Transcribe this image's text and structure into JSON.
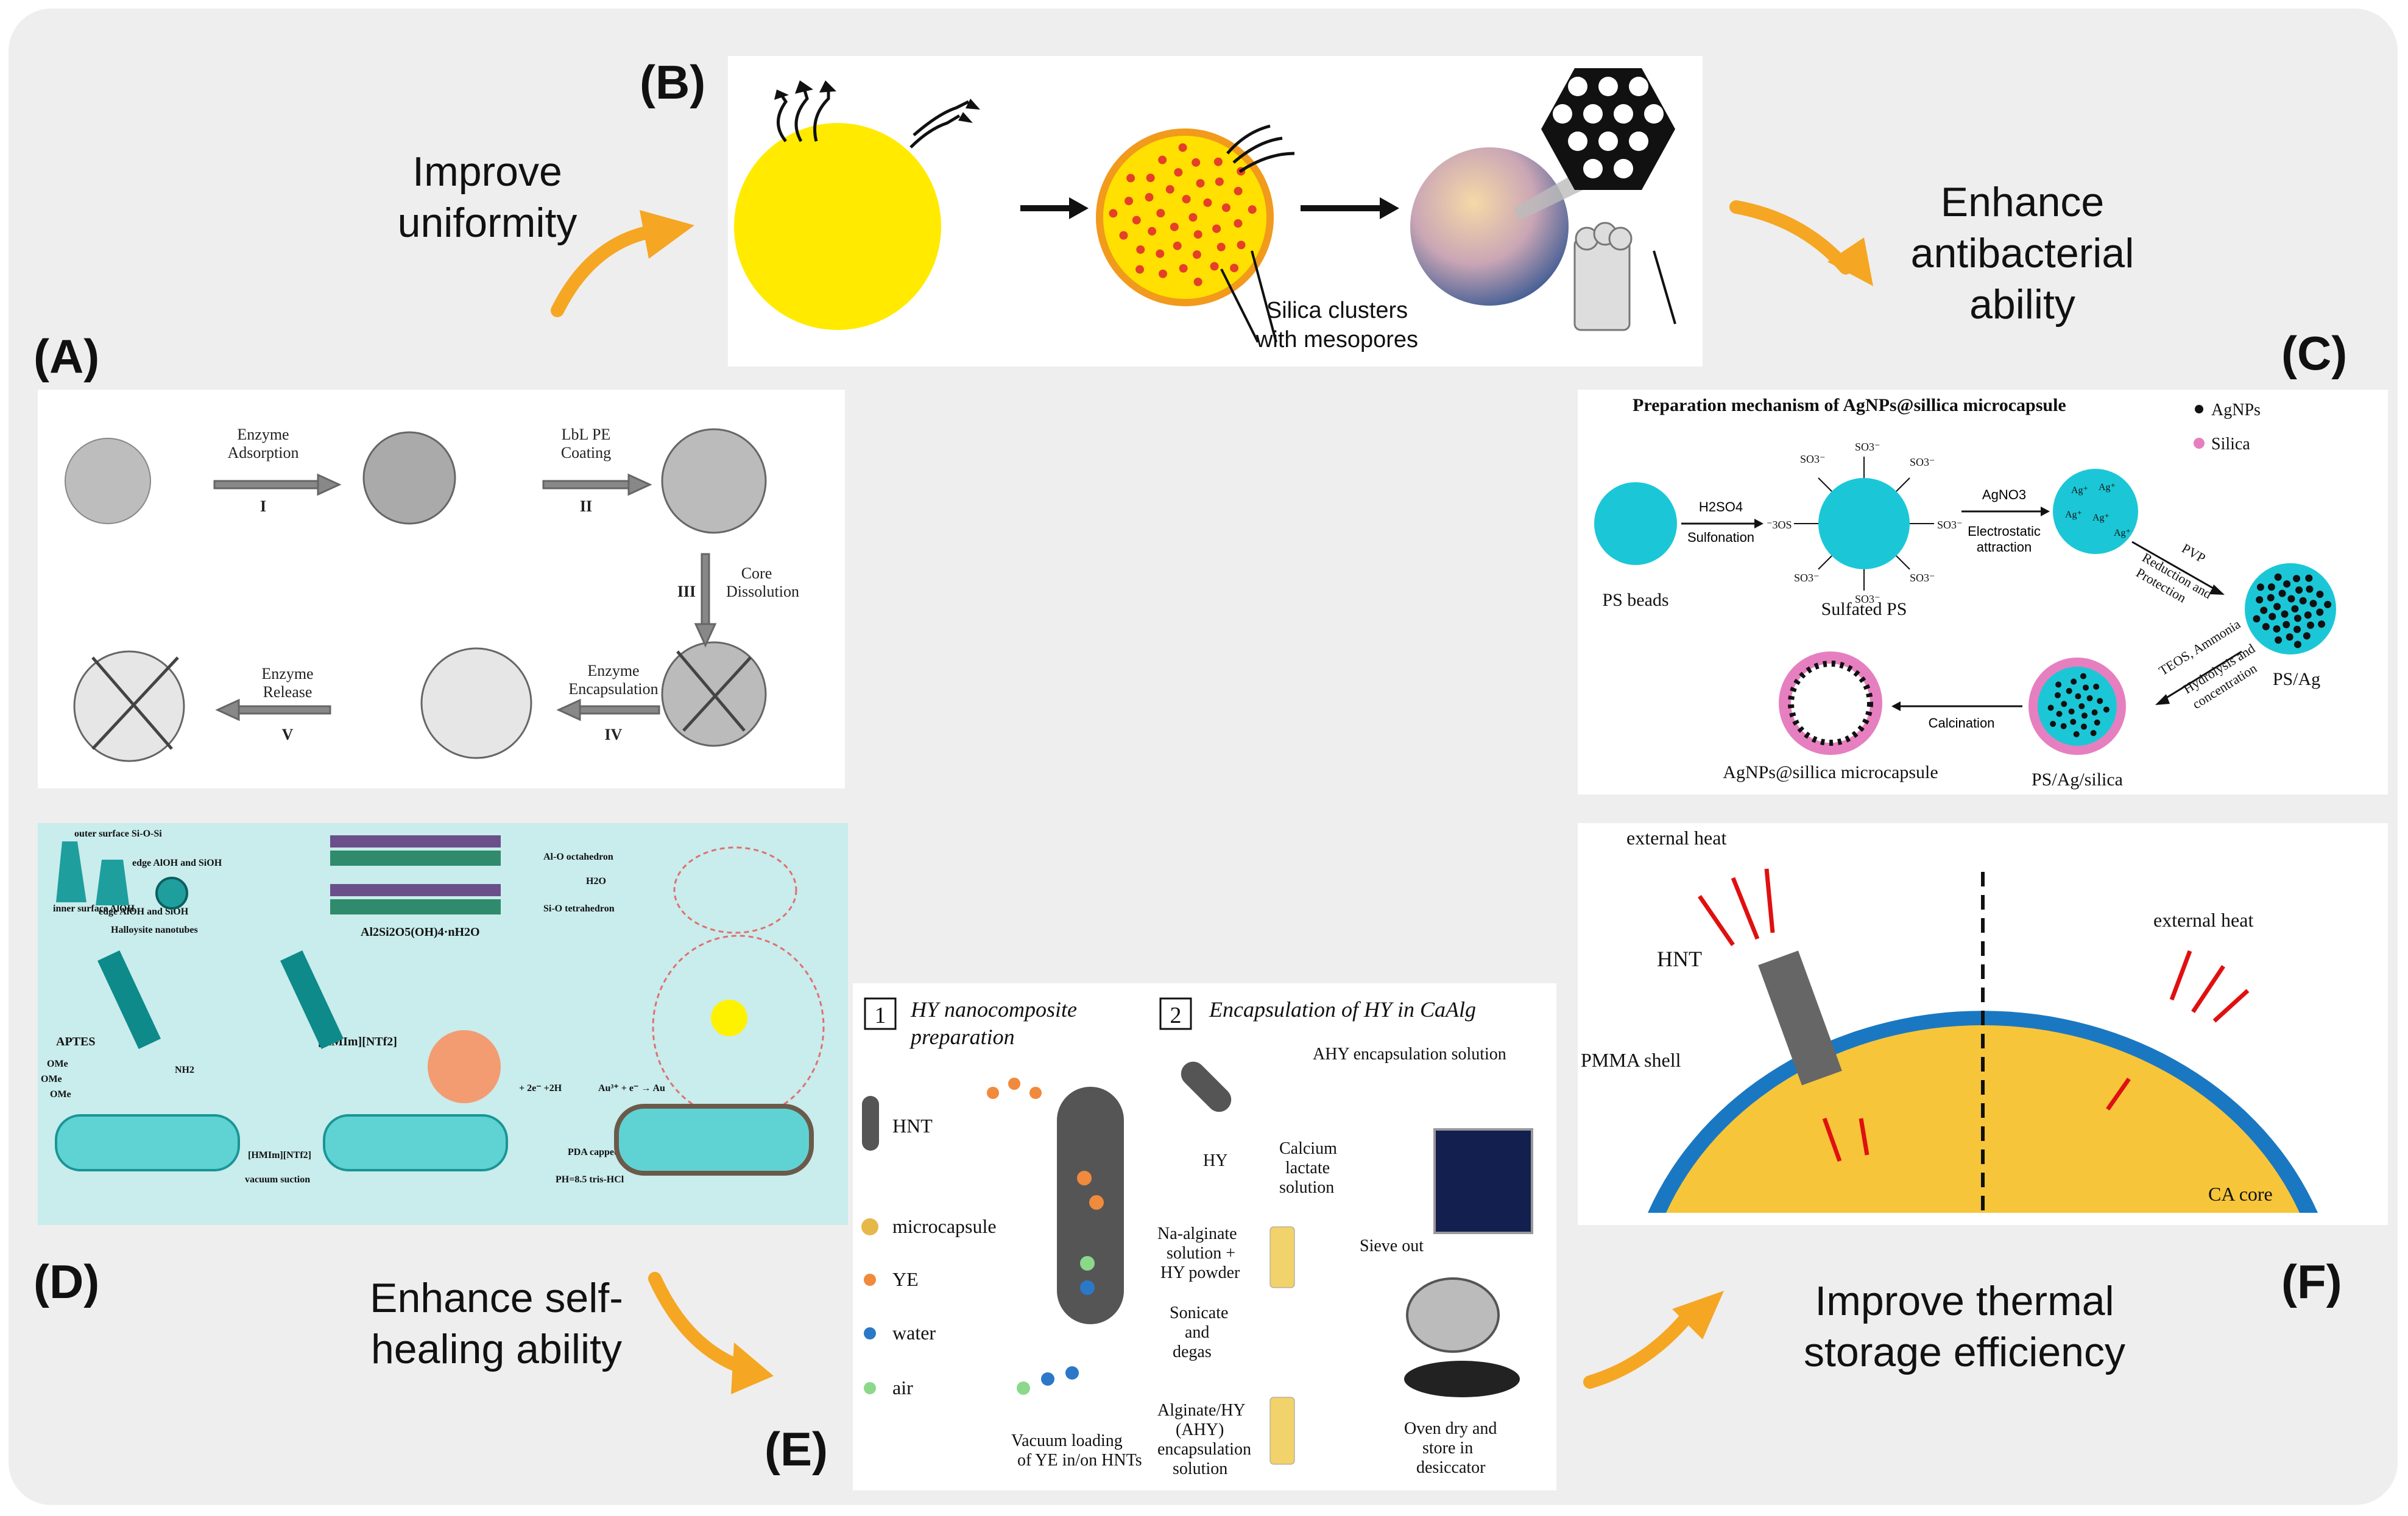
{
  "panel_labels": {
    "A": "(A)",
    "B": "(B)",
    "C": "(C)",
    "D": "(D)",
    "E": "(E)",
    "F": "(F)"
  },
  "captions": {
    "improve_uniformity": [
      "Improve",
      "uniformity"
    ],
    "enhance_antibacterial": [
      "Enhance",
      "antibacterial",
      "ability"
    ],
    "enhance_self_healing": [
      "Enhance self-",
      "healing ability"
    ],
    "improve_thermal": [
      "Improve thermal",
      "storage efficiency"
    ]
  },
  "panel_a": {
    "step1": [
      "Enzyme",
      "Adsorption",
      "I"
    ],
    "step2": [
      "LbL PE",
      "Coating",
      "II"
    ],
    "step3": [
      "Core",
      "Dissolution",
      "III"
    ],
    "step4": [
      "Enzyme",
      "Encapsulation",
      "IV"
    ],
    "step5": [
      "Enzyme",
      "Release",
      "V"
    ]
  },
  "panel_b": {
    "silica_label": [
      "Silica clusters",
      "with mesopores"
    ]
  },
  "panel_c": {
    "title": "Preparation mechanism of AgNPs@sillica microcapsule",
    "legend": [
      "AgNPs",
      "Silica"
    ],
    "legend_colors": [
      "#111111",
      "#e67fbf"
    ],
    "ps_beads": "PS beads",
    "sulfated_ps": "Sulfated PS",
    "ps_ag": "PS/Ag",
    "ps_ag_silica": "PS/Ag/silica",
    "microcapsule": "AgNPs@sillica microcapsule",
    "h2so4": "H2SO4",
    "sulfonation": "Sulfonation",
    "agno3": "AgNO3",
    "electrostatic": [
      "Electrostatic",
      "attraction"
    ],
    "pvp": "PVP",
    "reduction": [
      "Reduction and",
      "Protection"
    ],
    "teos": "TEOS, Ammonia",
    "hydrolysis": [
      "Hydrolysis and",
      "concentration"
    ],
    "calcination": "Calcination",
    "so3": "SO3⁻",
    "o3s": "⁻3OS",
    "ag": "Ag⁺"
  },
  "panel_d": {
    "outer": "outer surface Si-O-Si",
    "inner": "inner surface AlOH",
    "edge1": "edge AlOH and SiOH",
    "edge2": "edge AlOH and SiOH",
    "halloysite": "Halloysite nanotubes",
    "formula": "Al2Si2O5(OH)4·nH2O",
    "al_o": "Al-O octahedron",
    "h2o": "H2O",
    "si_o": "Si-O tetrahedron",
    "aptes": "APTES",
    "hmim": "[HMIm][NTf2]",
    "ome": [
      "OMe",
      "OMe",
      "OMe"
    ],
    "nh2": "NH2",
    "vacuum": [
      "[HMIm][NTf2]",
      "vacuum suction"
    ],
    "pda": [
      "PDA capped",
      "PH=8.5 tris-HCl"
    ],
    "au": "Au³⁺ + e⁻ → Au",
    "redox": "+ 2e⁻ +2H"
  },
  "panel_e": {
    "step1_num": "1",
    "step1_title": [
      "HY nanocomposite",
      "preparation"
    ],
    "step2_num": "2",
    "step2_title": "Encapsulation of HY in CaAlg",
    "legend": [
      "HNT",
      "microcapsule",
      "YE",
      "water",
      "air"
    ],
    "vacuum": [
      "Vacuum loading",
      "of YE in/on HNTs"
    ],
    "hy": "HY",
    "ahy_solution": "AHY encapsulation solution",
    "calcium": [
      "Calcium",
      "lactate",
      "solution"
    ],
    "na_alginate": [
      "Na-alginate",
      "solution +",
      "HY powder"
    ],
    "sonicate": [
      "Sonicate",
      "and",
      "degas"
    ],
    "alginate": [
      "Alginate/HY",
      "(AHY)",
      "encapsulation",
      "solution"
    ],
    "sieve": "Sieve out",
    "oven": [
      "Oven dry and",
      "store in",
      "desiccator"
    ]
  },
  "panel_f": {
    "external_heat_1": "external heat",
    "external_heat_2": "external heat",
    "hnt": "HNT",
    "pmma": "PMMA shell",
    "core": "CA core"
  }
}
